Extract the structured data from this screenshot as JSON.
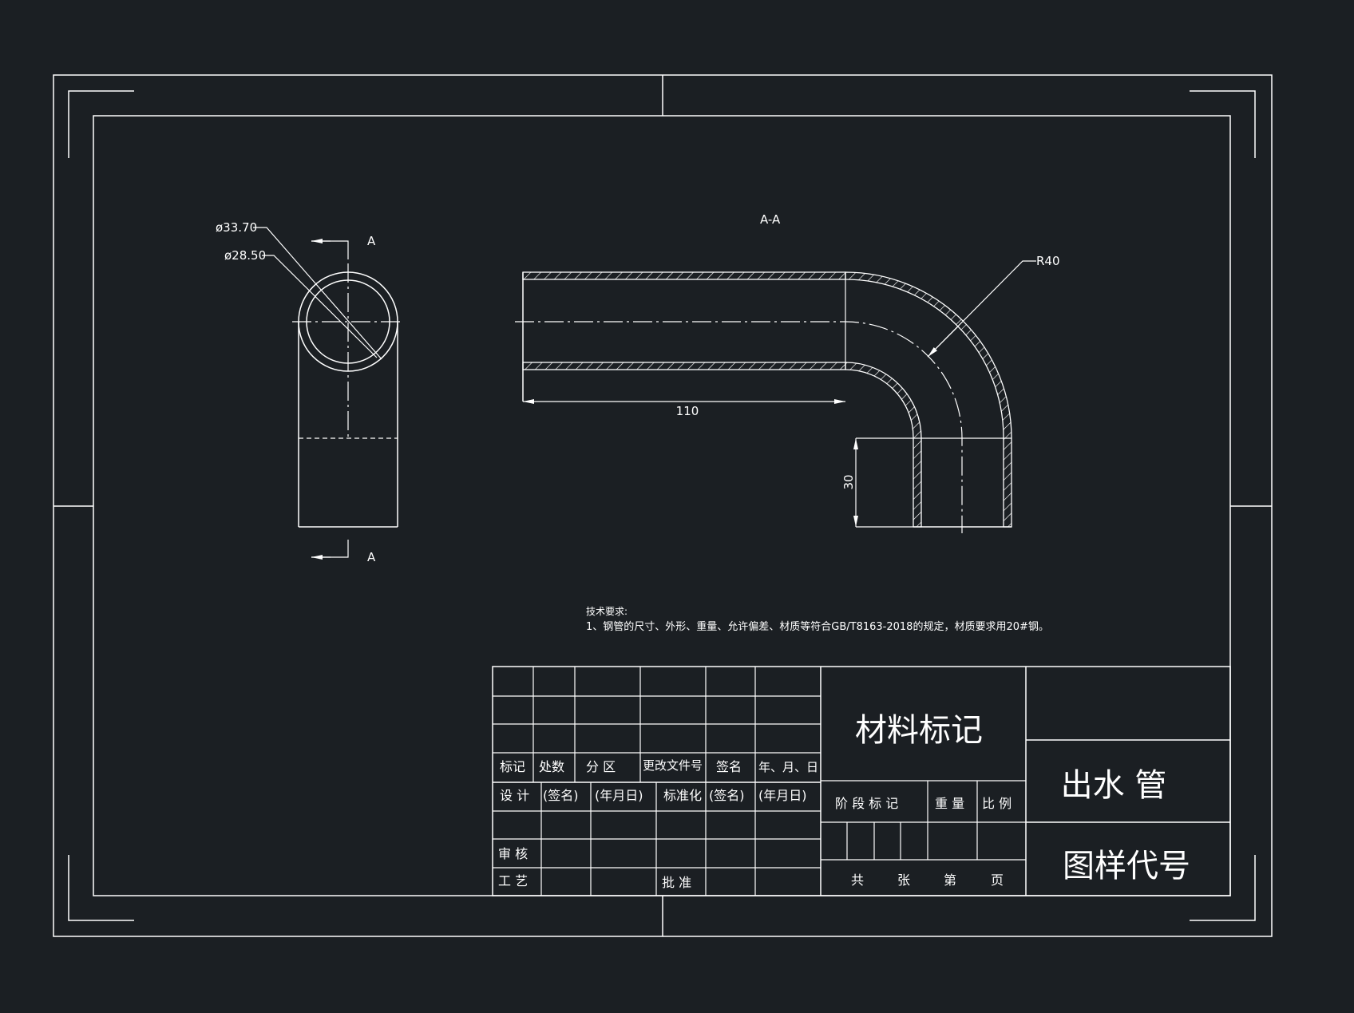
{
  "drawing": {
    "section_title": "A-A",
    "section_marker": "A",
    "dimensions": {
      "outer_diameter": "ø33.70",
      "inner_diameter": "ø28.50",
      "bend_radius": "R40",
      "straight_length": "110",
      "leg_length": "30"
    },
    "notes": {
      "title": "技术要求:",
      "line1": "1、钢管的尺寸、外形、重量、允许偏差、材质等符合GB/T8163-2018的规定，材质要求用20#钢。"
    }
  },
  "title_block": {
    "material_mark": "材料标记",
    "part_name": "出水 管",
    "drawing_code": "图样代号",
    "rev_headers": {
      "mark": "标记",
      "count": "处数",
      "zone": "分 区",
      "doc_no": "更改文件号",
      "sign": "签名",
      "date": "年、月、日"
    },
    "design": "设 计",
    "sign_placeholder": "(签名)",
    "date_placeholder": "(年月日)",
    "standardization": "标准化",
    "review": "审 核",
    "process": "工 艺",
    "approve": "批 准",
    "stage_mark": "阶 段 标 记",
    "weight": "重 量",
    "scale": "比 例",
    "total": "共",
    "sheets": "张",
    "sheet_no": "第",
    "page": "页"
  },
  "colors": {
    "background": "#1b1f23",
    "line": "#ffffff"
  }
}
